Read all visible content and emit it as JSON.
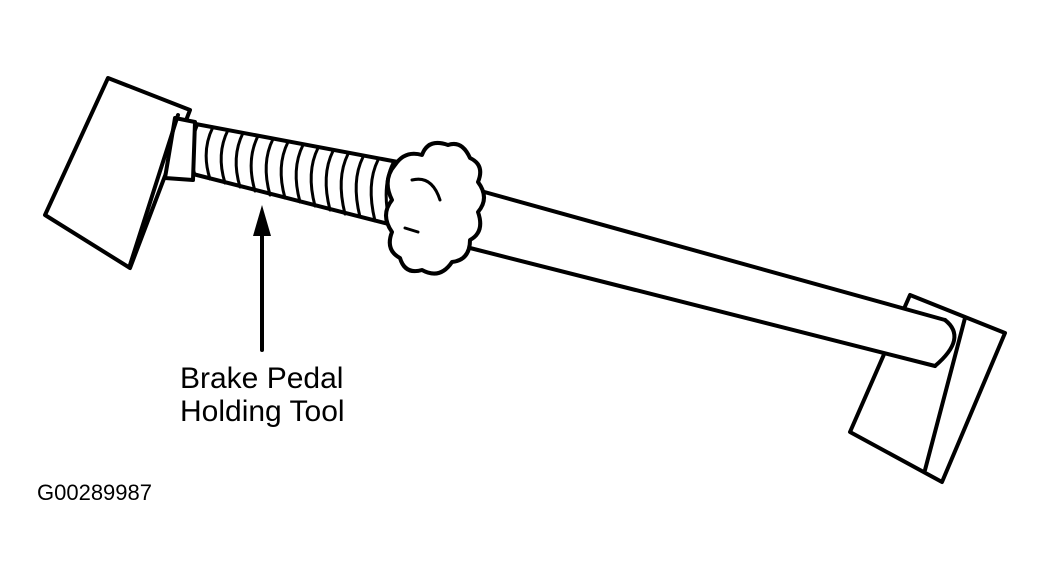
{
  "diagram": {
    "callout_line1": "Brake Pedal",
    "callout_line2": "Holding Tool",
    "figure_id": "G00289987",
    "line_color": "#000000",
    "background_color": "#ffffff"
  }
}
